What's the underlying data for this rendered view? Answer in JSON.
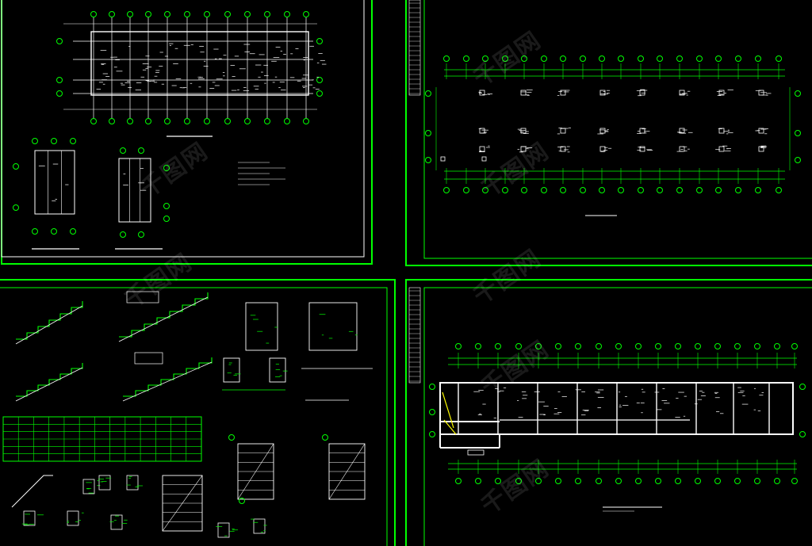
{
  "colors": {
    "background": "#000000",
    "frame": "#00ff00",
    "inner_frame": "#ffffff",
    "linework": "#ffffff",
    "dims": "#00ff00",
    "accent": "#ffff00",
    "watermark": "rgba(255,255,255,0.10)"
  },
  "sheets": [
    {
      "id": "tl",
      "content": "foundation-plan-with-sections"
    },
    {
      "id": "tr",
      "content": "column-layout-plan"
    },
    {
      "id": "bl",
      "content": "stair-details-and-schedule"
    },
    {
      "id": "br",
      "content": "floor-plan"
    }
  ],
  "watermark": {
    "text": "千图网"
  }
}
